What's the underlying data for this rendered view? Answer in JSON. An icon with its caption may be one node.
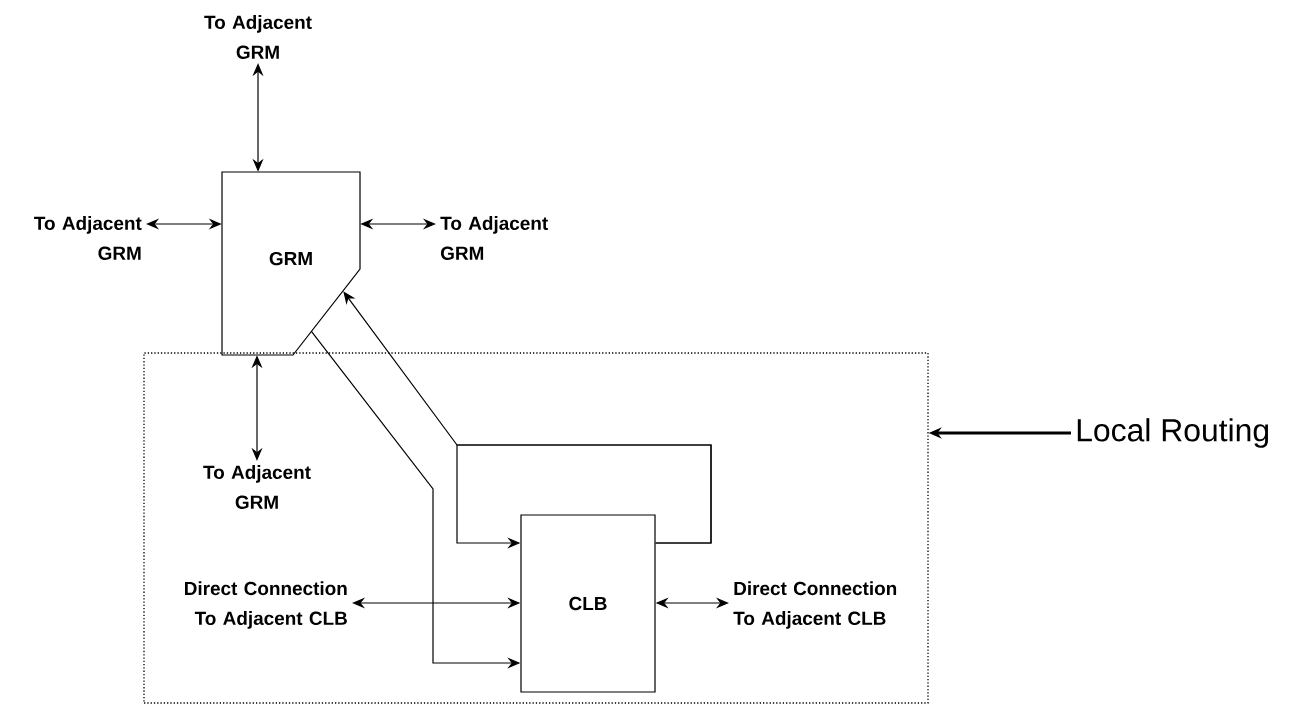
{
  "diagram": {
    "nodes": [
      {
        "text": [
          "To Adjacent GRM"
        ]
      },
      {
        "text": [
          "To Adjacent GRM"
        ]
      },
      {
        "text": [
          "GRM"
        ]
      },
      {
        "text": [
          "To Adjacent GRM"
        ]
      },
      {
        "text": [],
        "shape": "box"
      },
      {
        "text": [
          "To Adjacent GRM"
        ],
        "in": 4
      },
      {
        "text": [
          "Direct Connection To Adjacent CLB"
        ],
        "in": 4
      },
      {
        "text": [
          "CLB"
        ],
        "in": 4
      },
      {
        "text": [
          "Direct Connection To Adjacent CLB"
        ],
        "in": 4
      },
      {
        "text": [
          "Local Routing"
        ]
      }
    ],
    "edges": [
      {
        "from": 0,
        "to": 2,
        "arrow": "both"
      },
      {
        "from": 1,
        "to": 2,
        "arrow": "both"
      },
      {
        "from": 2,
        "to": 3,
        "arrow": "both"
      },
      {
        "from": 2,
        "to": 5,
        "arrow": "both"
      },
      {
        "from": 6,
        "to": 7,
        "arrow": "both"
      },
      {
        "from": 7,
        "to": 8,
        "arrow": "both"
      },
      {
        "from": 2,
        "to": 7,
        "arrow": "to"
      },
      {
        "from": 7,
        "to": 2,
        "arrow": "to"
      },
      {
        "from": 7,
        "to": 7,
        "arrow": "to"
      },
      {
        "from": 9,
        "to": 4,
        "arrow": "to"
      }
    ]
  }
}
